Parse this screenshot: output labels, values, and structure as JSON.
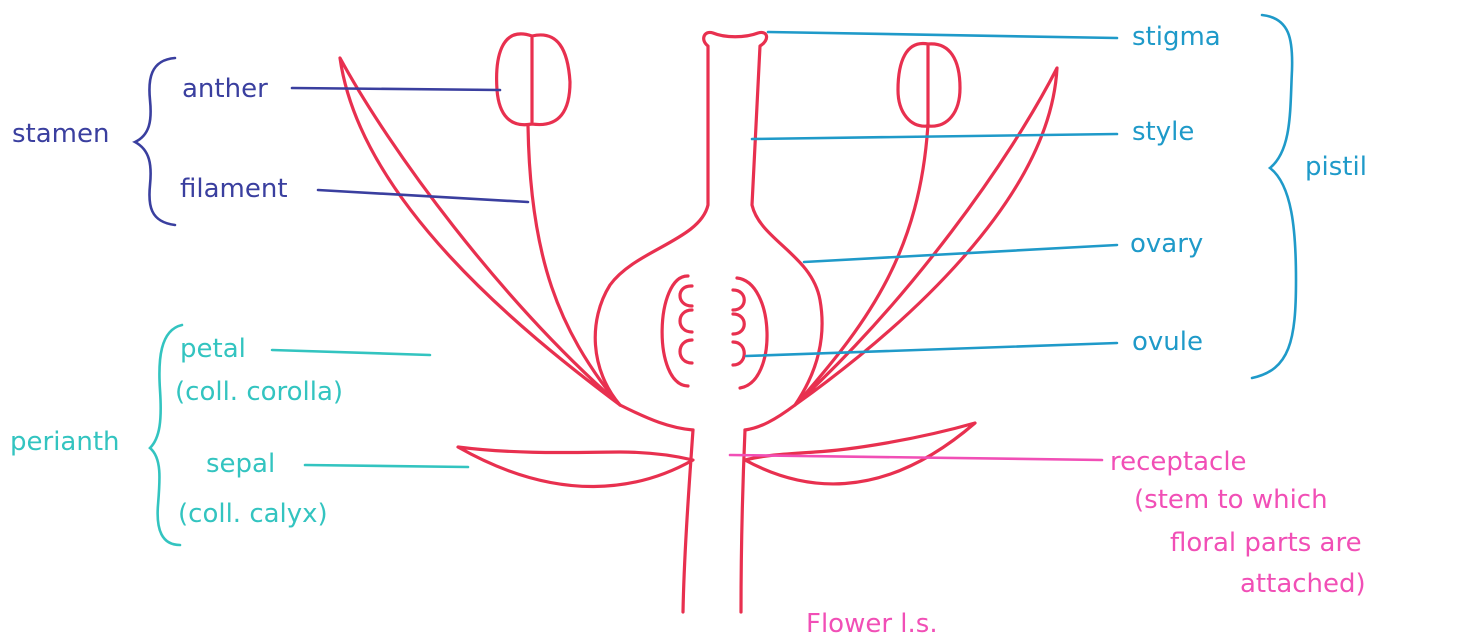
{
  "labels": {
    "stamen": "stamen",
    "anther": "anther",
    "filament": "filament",
    "stigma": "stigma",
    "style": "style",
    "ovary": "ovary",
    "ovule": "ovule",
    "pistil": "pistil",
    "petal": "petal",
    "petal_note": "(coll. corolla)",
    "perianth": "perianth",
    "sepal": "sepal",
    "sepal_note": "(coll. calyx)",
    "receptacle": "receptacle",
    "receptacle_note_1": "(stem to which",
    "receptacle_note_2": "floral parts are",
    "receptacle_note_3": "attached)",
    "caption": "Flower l.s."
  },
  "colors": {
    "flower": "#e8304f",
    "stamen_group": "#3a3f9f",
    "pistil_group": "#1f9ac9",
    "perianth_group": "#33c4c0",
    "receptacle": "#f14fb6"
  }
}
